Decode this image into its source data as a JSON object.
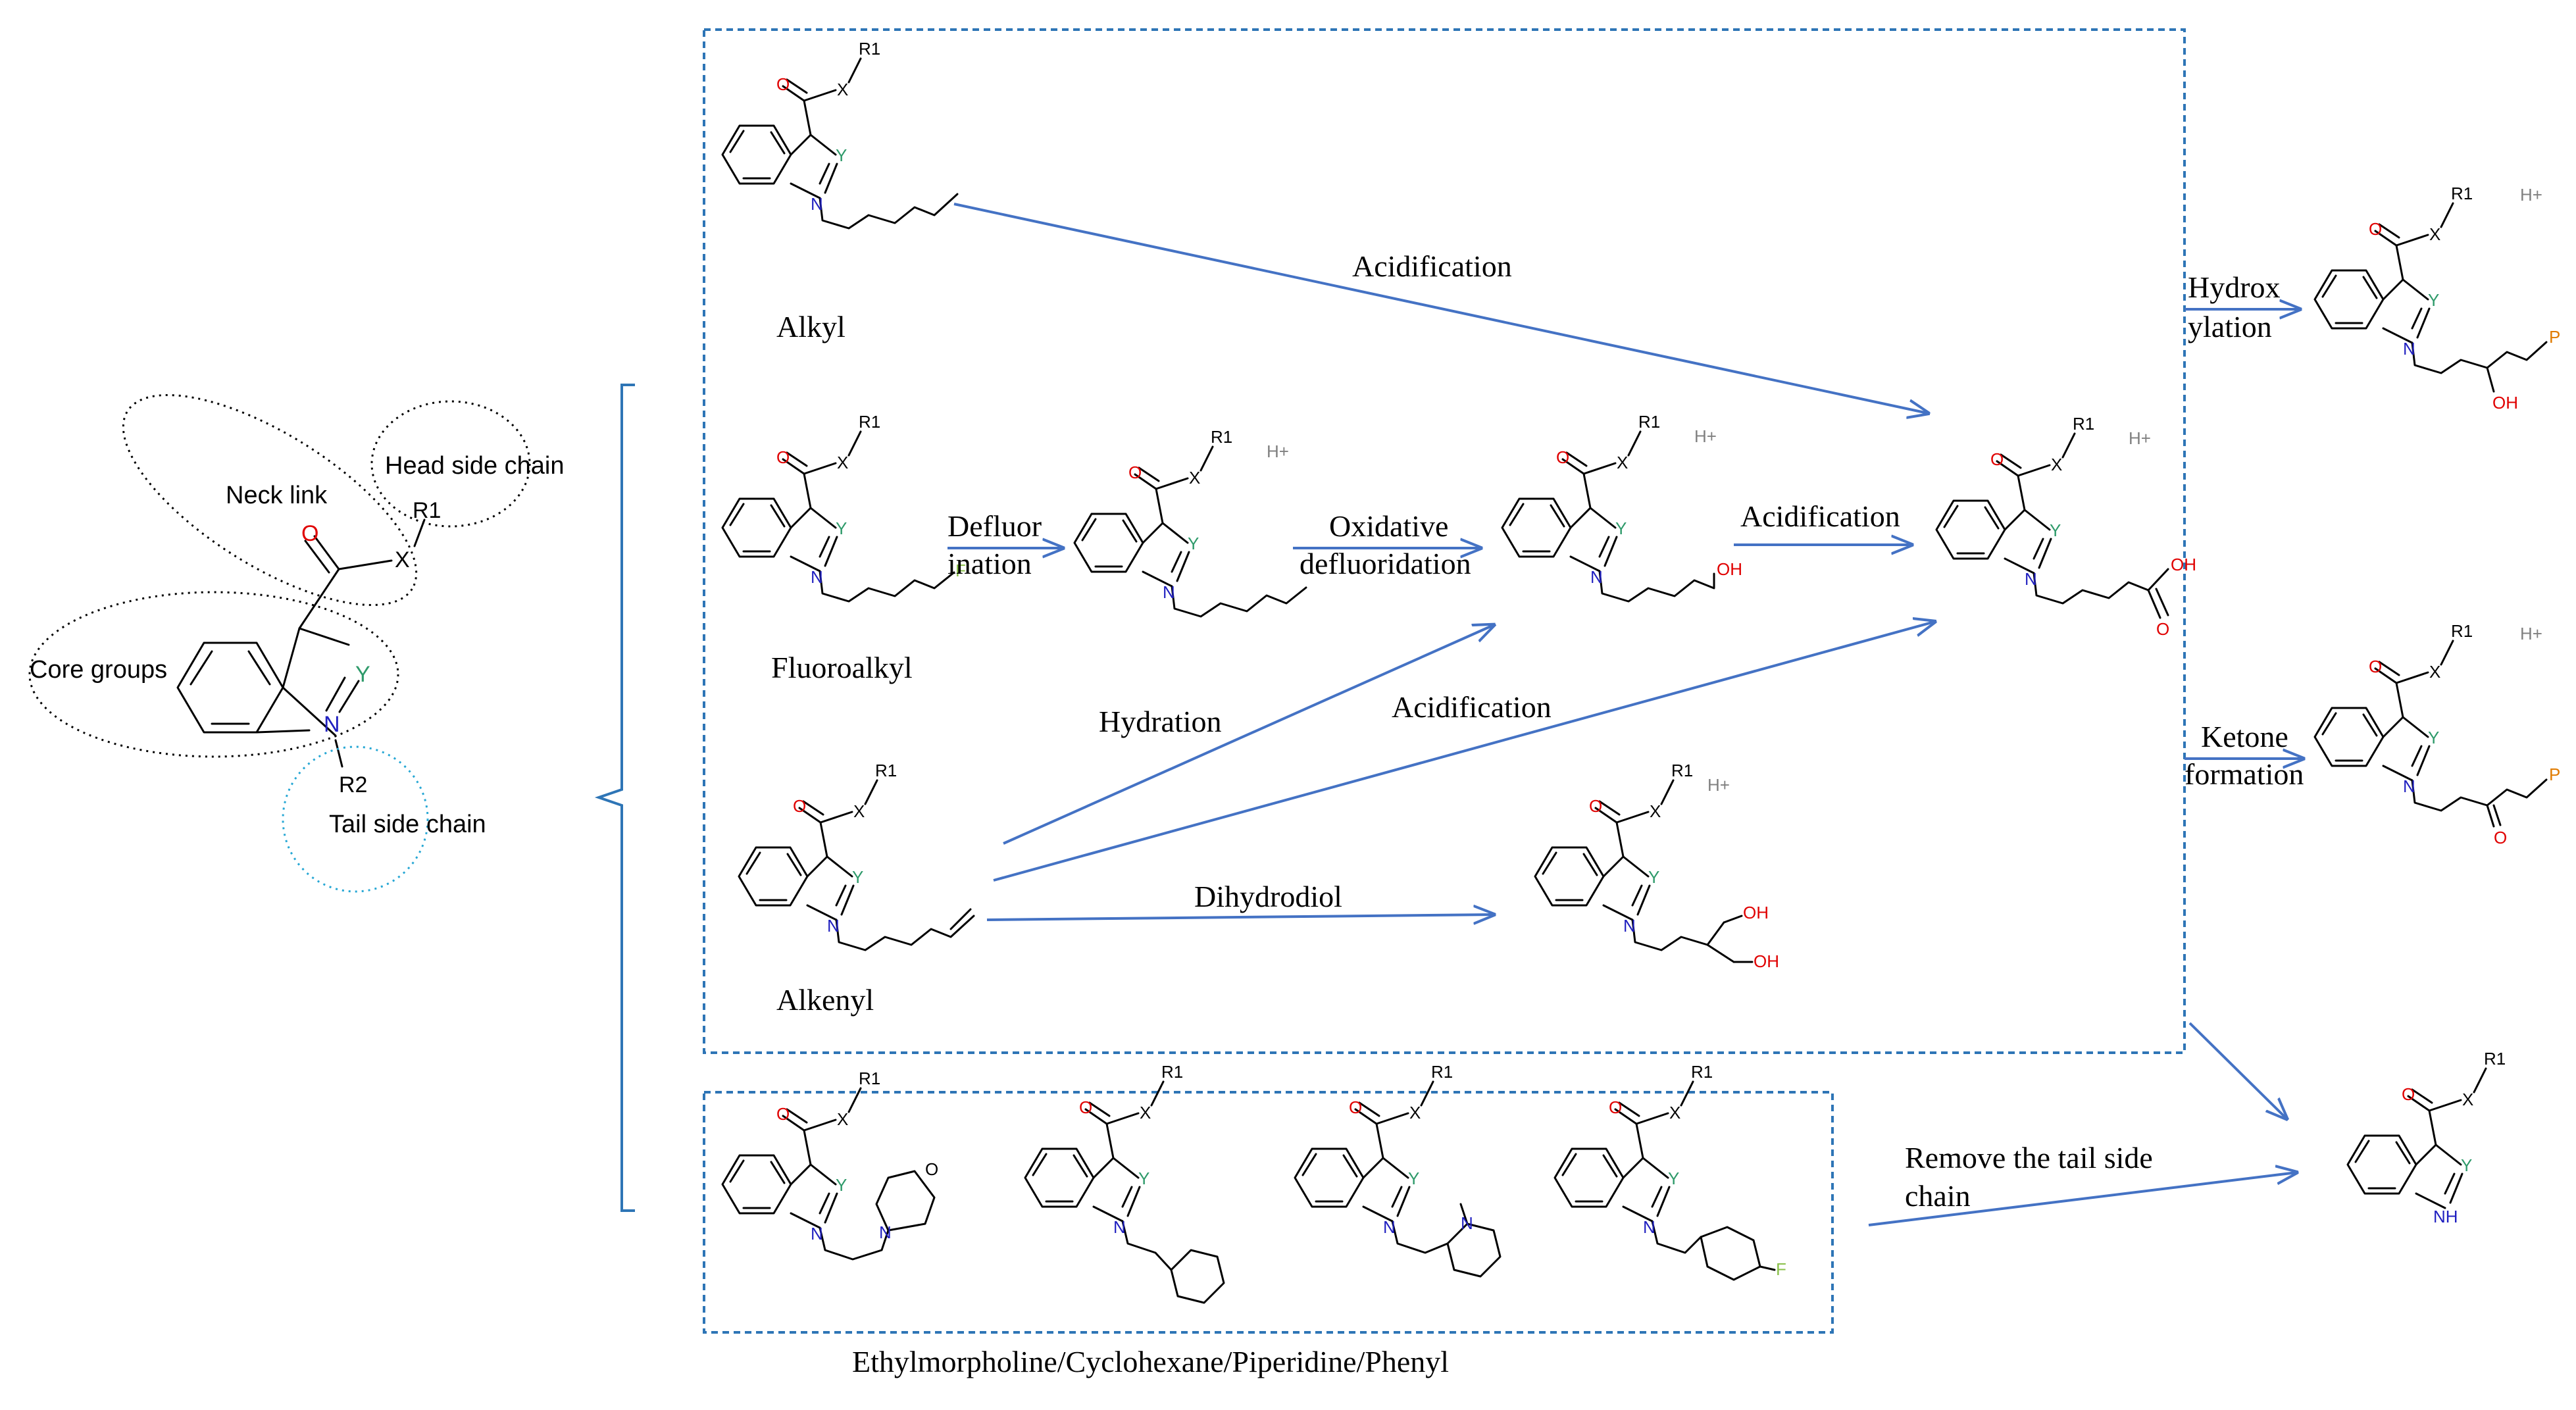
{
  "atoms": {
    "oxygen": "O",
    "x": "X",
    "r1": "R1",
    "nitrogen": "N",
    "y": "Y",
    "r2": "R2",
    "fluorine": "F",
    "hydroxyl": "OH",
    "h_plus": "H+",
    "p": "P",
    "nh": "NH"
  },
  "core_labels": {
    "neck_link": "Neck link",
    "head_side_chain": "Head side chain",
    "core_groups": "Core groups",
    "tail_side_chain": "Tail side chain"
  },
  "compounds": {
    "alkyl": "Alkyl",
    "fluoroalkyl": "Fluoroalkyl",
    "alkenyl": "Alkenyl",
    "bottom_caption": "Ethylmorpholine/Cyclohexane/Piperidine/Phenyl"
  },
  "reactions": {
    "acidification": "Acidification",
    "defluorination_1": "Defluor",
    "defluorination_2": "ination",
    "oxidative_1": "Oxidative",
    "oxidative_2": "defluoridation",
    "hydration": "Hydration",
    "dihydrodiol": "Dihydrodiol",
    "hydroxylation_1": "Hydrox",
    "hydroxylation_2": "ylation",
    "ketone_1": "Ketone",
    "ketone_2": "formation",
    "remove_1": "Remove the tail side",
    "remove_2": "chain"
  },
  "colors": {
    "arrow": "#4472c4",
    "box": "#2e75b6",
    "oxygen": "#e00000",
    "nitrogen": "#2020c0",
    "y_atom": "#2e9a6a",
    "fluorine": "#8ac04a",
    "p_atom": "#e07b00",
    "tail_circle": "#27a7d4",
    "grey": "#808080"
  }
}
